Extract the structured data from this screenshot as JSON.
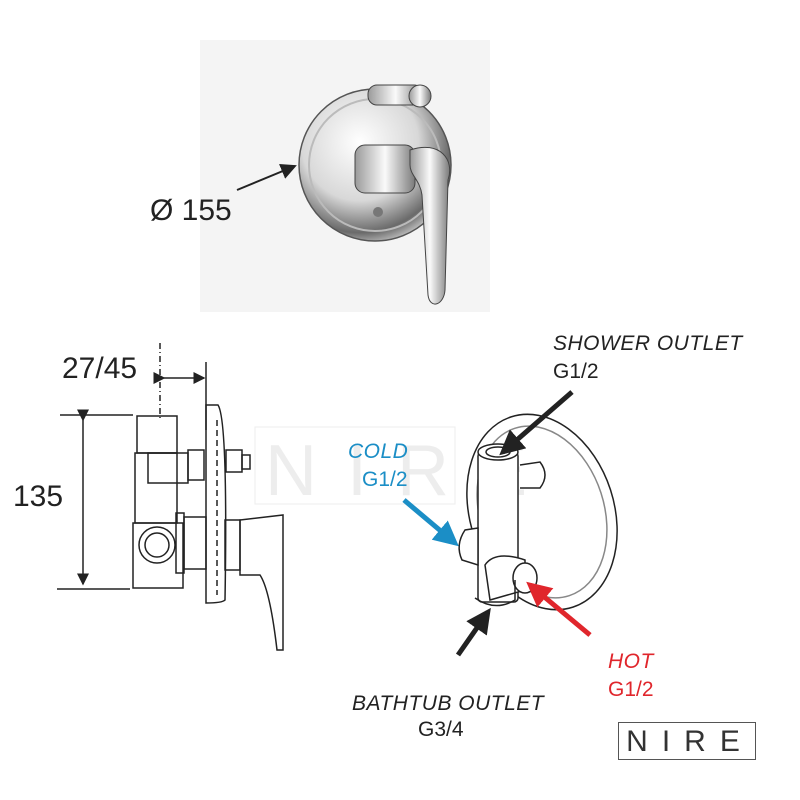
{
  "photo": {
    "diameter_label": "Ø 155"
  },
  "side_view": {
    "depth_label": "27/45",
    "height_label": "135"
  },
  "ports": {
    "shower": {
      "name": "SHOWER OUTLET",
      "size": "G1/2"
    },
    "cold": {
      "name": "COLD",
      "size": "G1/2"
    },
    "hot": {
      "name": "HOT",
      "size": "G1/2"
    },
    "bathtub": {
      "name": "BATHTUB OUTLET",
      "size": "G3/4"
    }
  },
  "brand": {
    "logo": "NIRE",
    "watermark": "NIRE"
  },
  "colors": {
    "cold": "#1b8ec6",
    "hot": "#e0262c",
    "line": "#222222"
  }
}
